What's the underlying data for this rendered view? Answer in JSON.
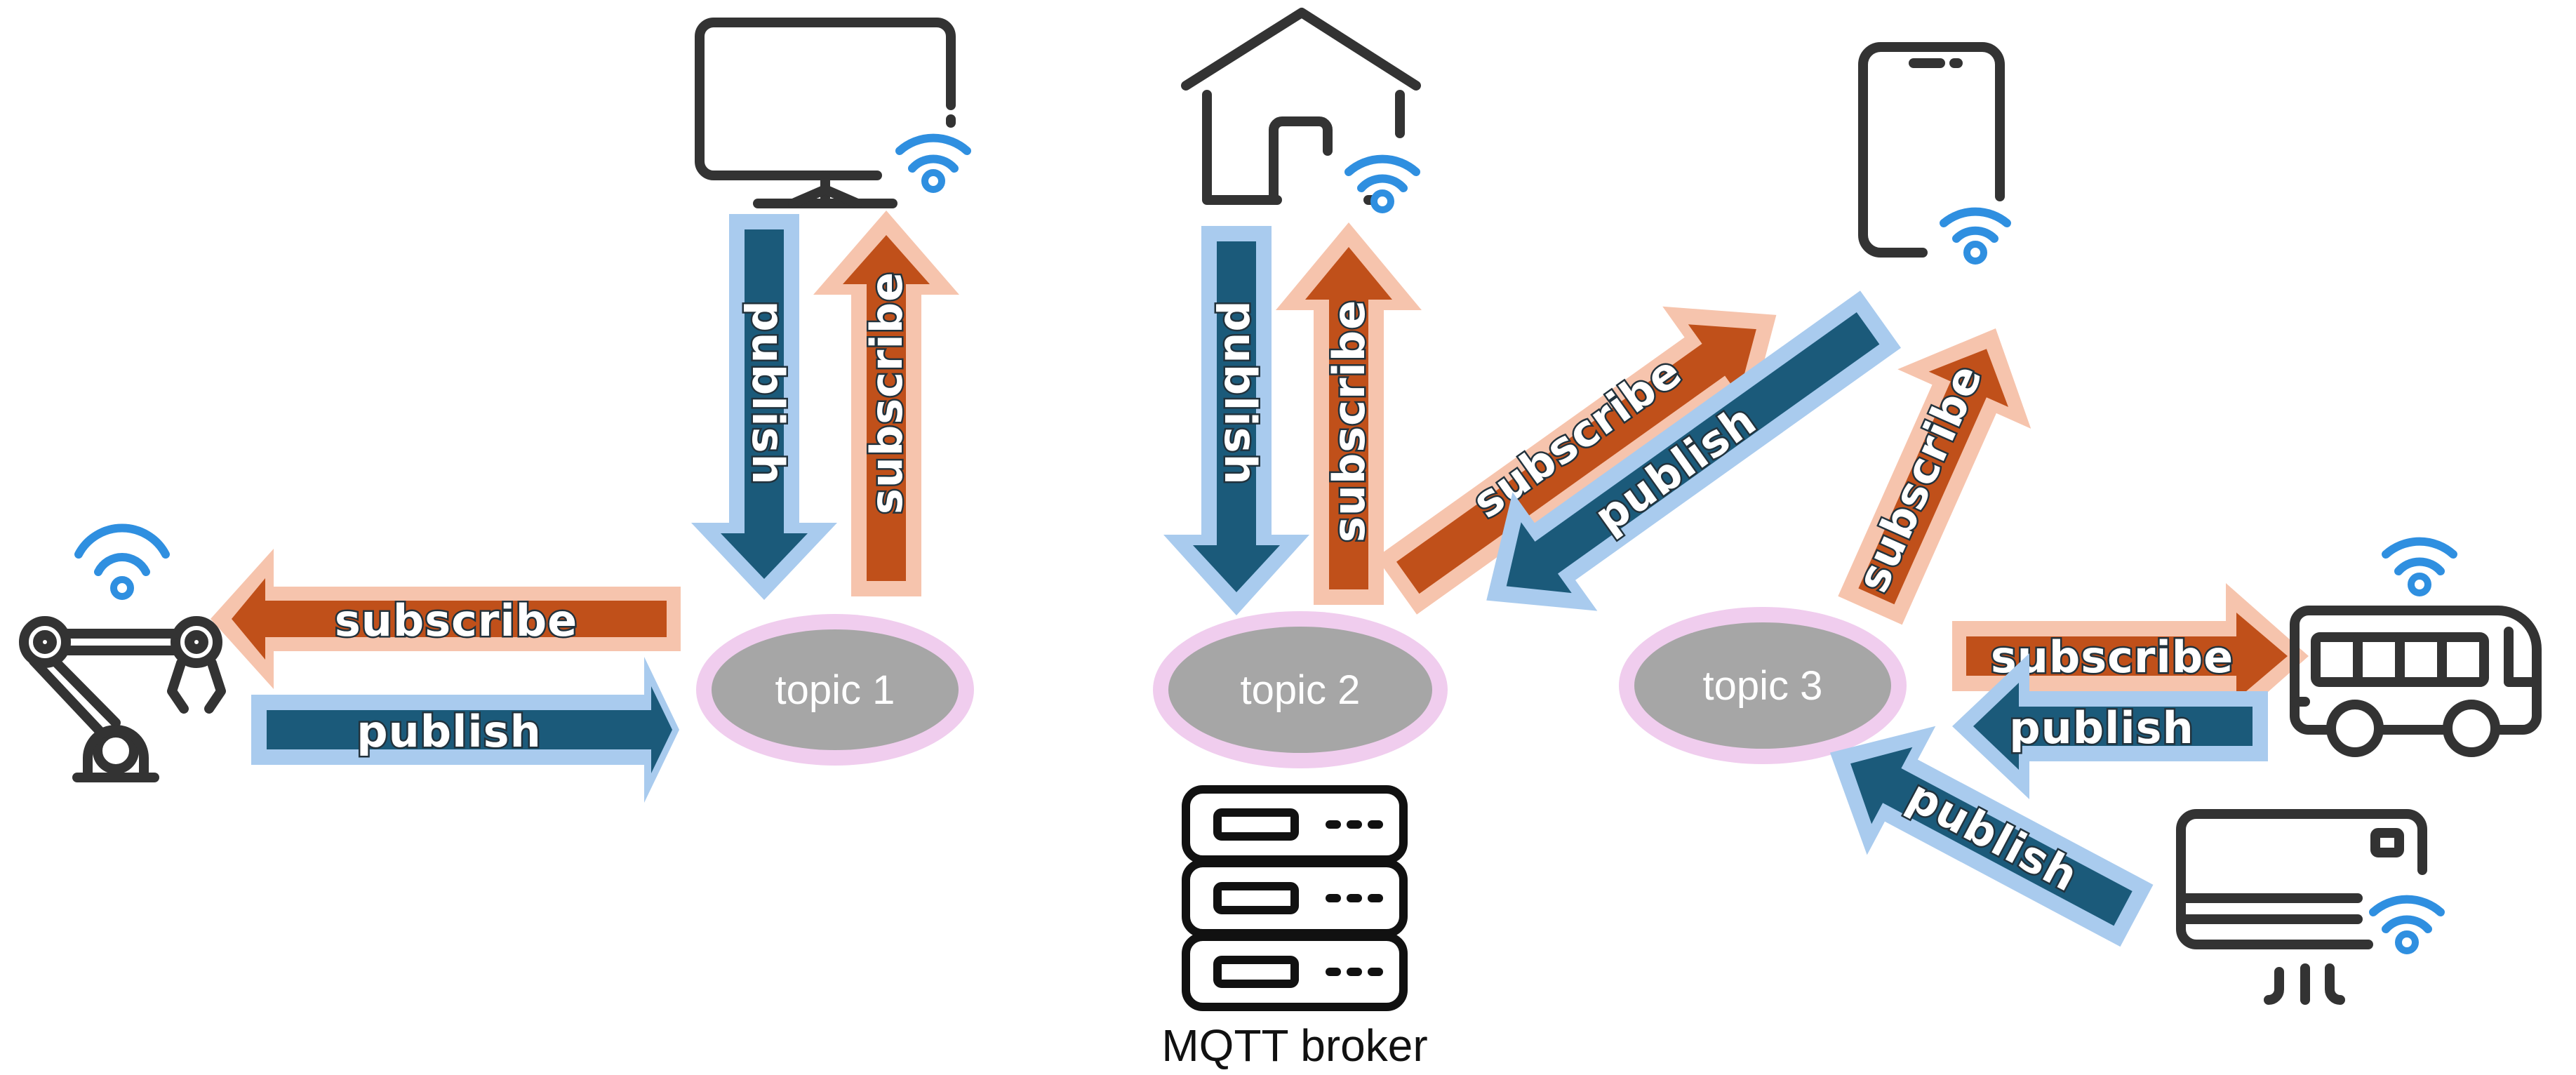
{
  "labels": {
    "subscribe": "subscribe",
    "publish": "publish"
  },
  "topics": {
    "topic1": "topic 1",
    "topic2": "topic 2",
    "topic3": "topic 3"
  },
  "broker": {
    "label": "MQTT broker"
  },
  "devices": [
    "robot-arm-icon",
    "monitor-icon",
    "house-icon",
    "smartphone-icon",
    "bus-icon",
    "air-conditioner-icon",
    "server-rack-icon",
    "wifi-icon"
  ],
  "colors": {
    "subscribe_fill": "#c0501a",
    "subscribe_outline": "#f6c4ad",
    "publish_fill": "#1b5a7a",
    "publish_outline": "#a9cbee",
    "topic_fill": "#a6a6a6",
    "topic_ring": "#f0cdee",
    "wifi": "#2f8fe0",
    "icon_stroke": "#333333"
  }
}
